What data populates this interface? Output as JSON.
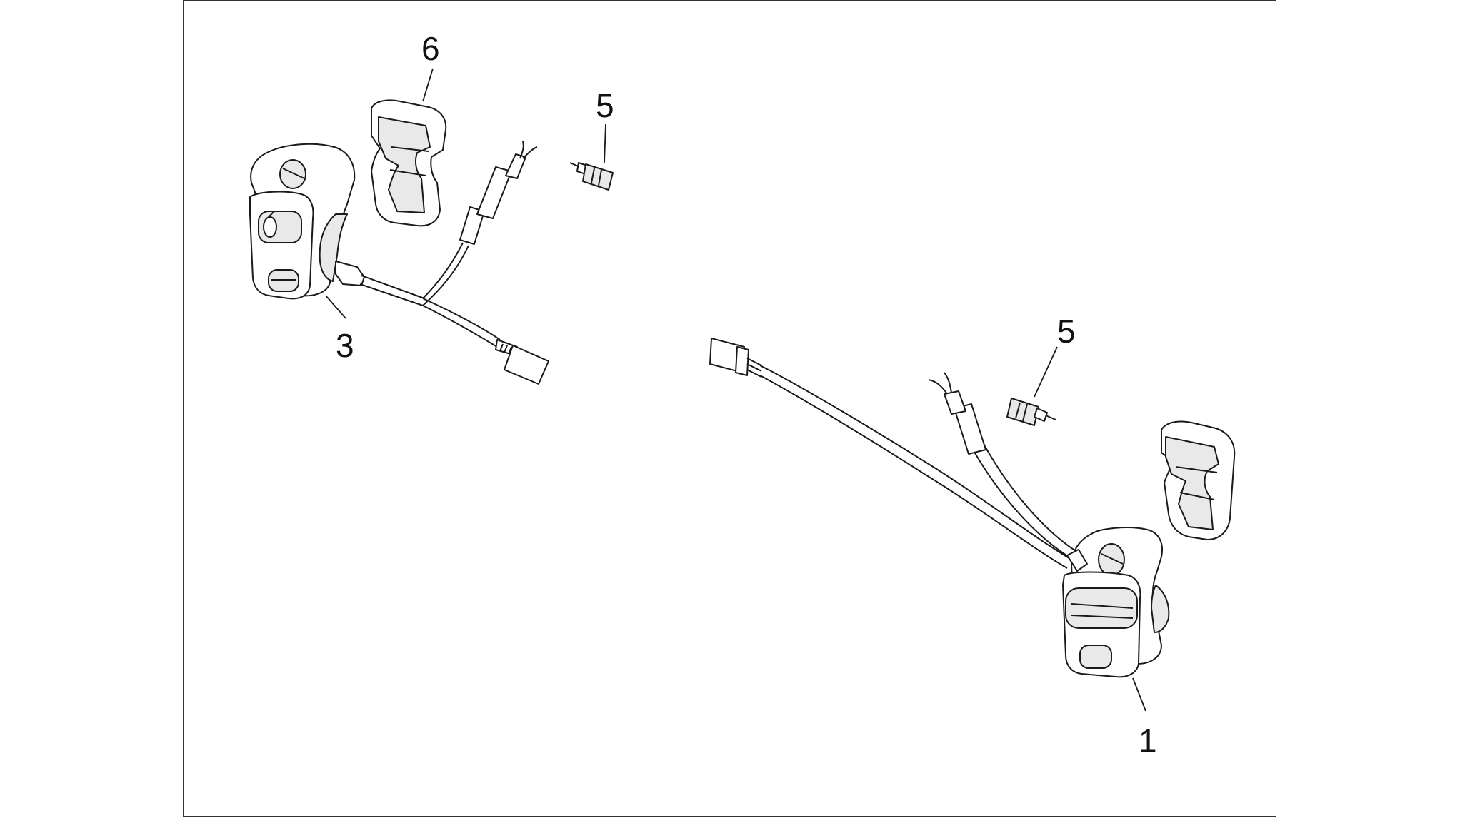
{
  "callouts": {
    "part_6": "6",
    "part_5_left": "5",
    "part_3": "3",
    "part_5_right": "5",
    "part_1": "1"
  },
  "colors": {
    "line": "#1a1a1a",
    "frame": "#333333",
    "background": "#ffffff",
    "shading": "#e9e9e9"
  }
}
